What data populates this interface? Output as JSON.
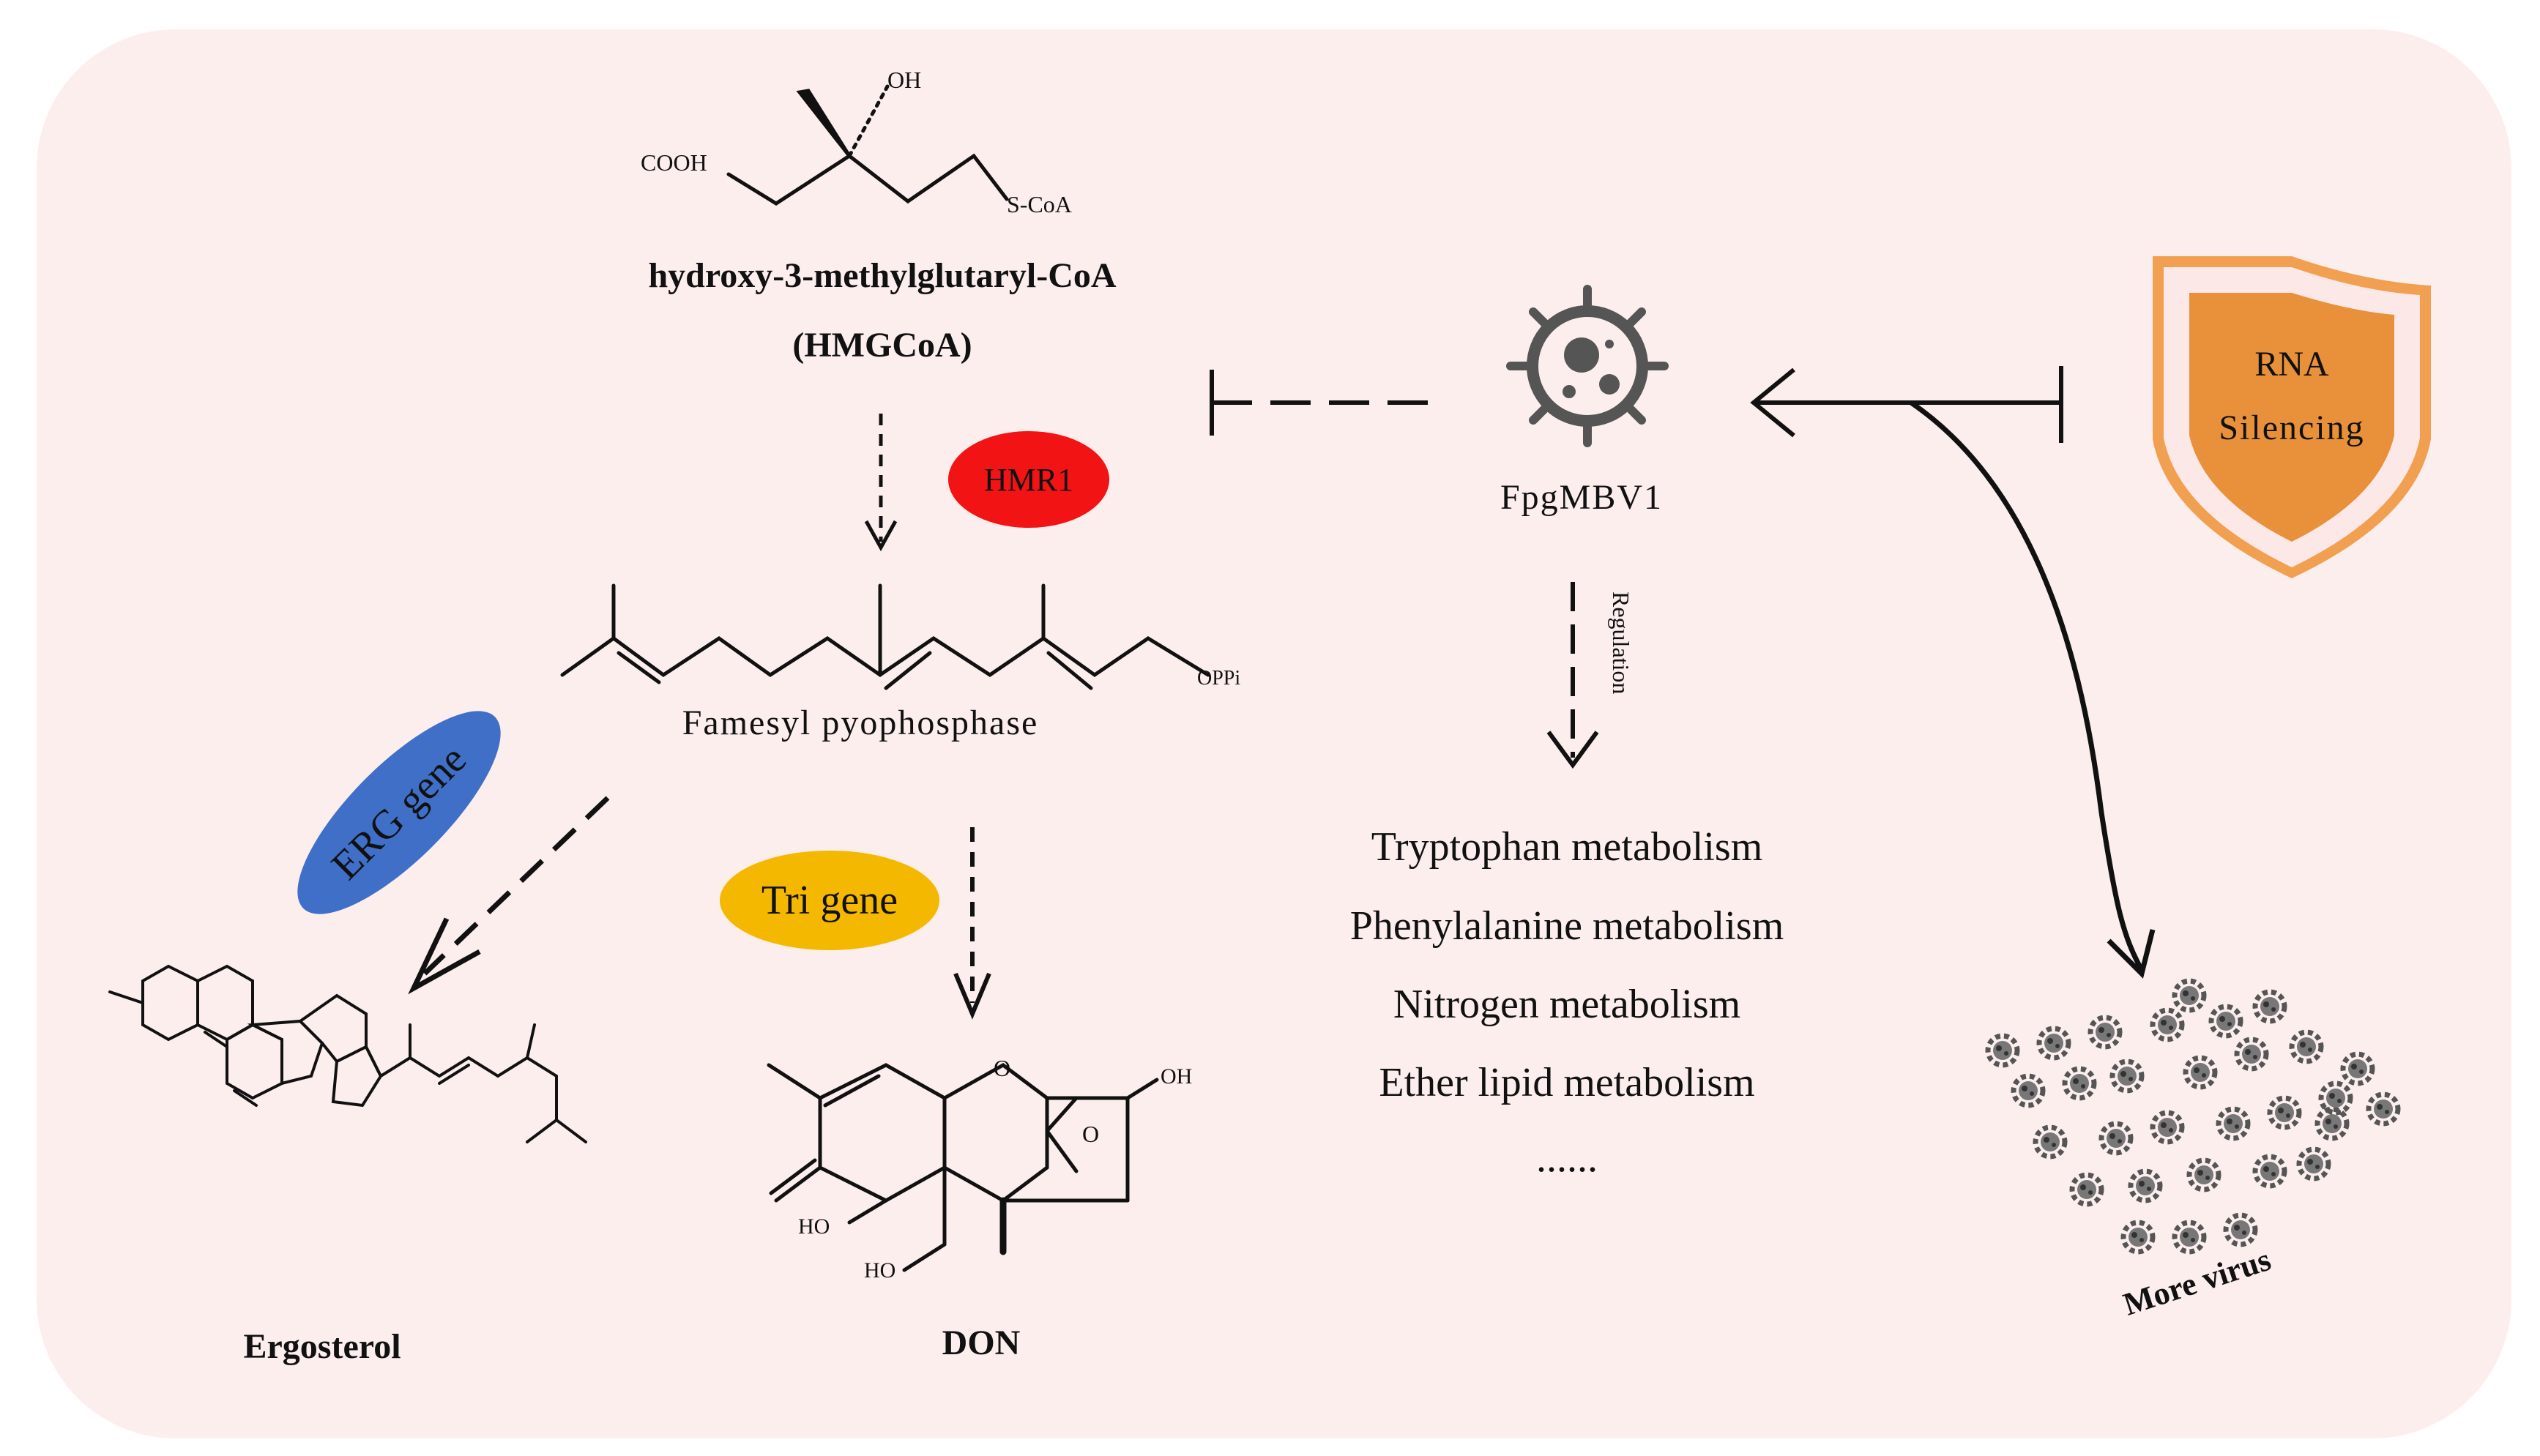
{
  "colors": {
    "panel": "#fdeeee",
    "hmr1": "#f21414",
    "erg": "#3f6fc6",
    "tri": "#f5b800",
    "shield_outer": "#f0a050",
    "shield_border": "#e8913a",
    "shield_inner": "#e8913a",
    "ink": "#111111"
  },
  "molecules": {
    "hmgcoa": {
      "labels": {
        "oh": "OH",
        "cooh": "COOH",
        "scoa": "S-CoA"
      },
      "name": "hydroxy-3-methylglutaryl-CoA",
      "abbr": "(HMGCoA)"
    },
    "fpp": {
      "label_oppi": "OPPi",
      "name": "Famesyl pyophosphase"
    },
    "ergosterol": {
      "name": "Ergosterol"
    },
    "don": {
      "name": "DON",
      "labels": {
        "oh": "OH",
        "ho": "HO",
        "ho2": "HO",
        "o_ring": "O",
        "o_epoxide": "O"
      }
    }
  },
  "enzymes": {
    "hmr1": "HMR1",
    "erg": "ERG gene",
    "tri": "Tri gene"
  },
  "virus": {
    "name": "FpgMBV1",
    "regulation": "Regulation"
  },
  "metabolism": [
    "Tryptophan metabolism",
    "Phenylalanine metabolism",
    "Nitrogen metabolism",
    "Ether lipid metabolism",
    "......"
  ],
  "shield": {
    "line1": "RNA",
    "line2": "Silencing"
  },
  "more_virus": "More virus"
}
